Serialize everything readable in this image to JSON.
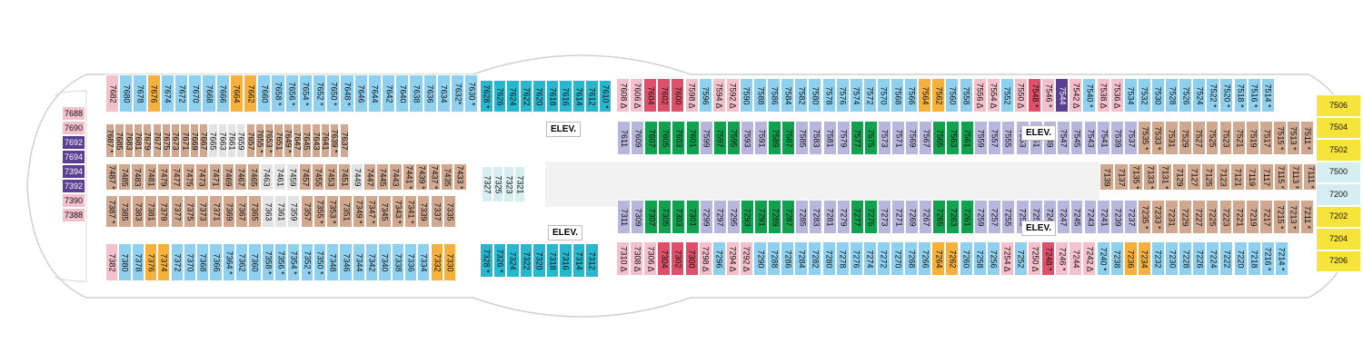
{
  "colors": {
    "blue": "#8fd0ee",
    "teal": "#27b7cf",
    "tan": "#cfa88f",
    "lav": "#b9b6dd",
    "green": "#12a14f",
    "red": "#e04f6a",
    "pink": "#f3c0cc",
    "purple": "#5b3f91",
    "orange": "#f5b13c",
    "yellow": "#f6e43a",
    "grey": "#e3e3e3",
    "ice": "#d6eef2"
  },
  "elevator_label": "ELEV.",
  "rows": [
    {
      "cells": [
        "7682",
        "7680",
        "7678",
        "7676",
        "7674",
        "7672",
        "7670",
        "7668",
        "7666",
        "7664",
        "7662",
        "7660",
        "7658 *",
        "7656 *",
        "7654 *",
        "7652 *",
        "7650 *",
        "7648 *",
        "7646",
        "7644",
        "7642",
        "7640",
        "7638",
        "7636",
        "7634",
        "7632*",
        "7630 *"
      ],
      "colors": [
        "pink",
        "blue",
        "blue",
        "orange",
        "blue",
        "blue",
        "blue",
        "blue",
        "blue",
        "orange",
        "orange",
        "blue",
        "blue",
        "blue",
        "blue",
        "blue",
        "blue",
        "blue",
        "blue",
        "blue",
        "blue",
        "blue",
        "blue",
        "blue",
        "blue",
        "blue",
        "blue"
      ]
    },
    {
      "cells": [
        "7628 *",
        "7626",
        "7624",
        "7622",
        "7620",
        "7618",
        "7616",
        "7614",
        "7612",
        "7610 *"
      ],
      "colors": [
        "teal",
        "teal",
        "teal",
        "teal",
        "teal",
        "teal",
        "teal",
        "teal",
        "teal",
        "teal"
      ]
    },
    {
      "cells": [
        "7608 Δ",
        "7606 Δ",
        "7604",
        "7602",
        "7600",
        "7598 Δ",
        "7596",
        "7594 Δ",
        "7592 Δ",
        "7590",
        "7588",
        "7586",
        "7584",
        "7582",
        "7580",
        "7578",
        "7576",
        "7574",
        "7572",
        "7570",
        "7568",
        "7566",
        "7564",
        "7562",
        "7560",
        "7558",
        "7556 Δ",
        "7554 Δ",
        "7552",
        "7550 Δ",
        "7548 *",
        "7546 *",
        "7544",
        "7542 Δ",
        "7540 *",
        "7538 Δ",
        "7536 Δ",
        "7534",
        "7532",
        "7530",
        "7528",
        "7526",
        "7524",
        "7522 *",
        "7520 *",
        "7518 *",
        "7516 *",
        "7514 *"
      ],
      "colors": [
        "pink",
        "pink",
        "red",
        "red",
        "red",
        "pink",
        "blue",
        "pink",
        "pink",
        "blue",
        "blue",
        "blue",
        "blue",
        "blue",
        "blue",
        "blue",
        "blue",
        "blue",
        "blue",
        "blue",
        "blue",
        "blue",
        "orange",
        "orange",
        "blue",
        "blue",
        "pink",
        "pink",
        "blue",
        "pink",
        "red",
        "pink",
        "purple",
        "pink",
        "blue",
        "pink",
        "pink",
        "blue",
        "blue",
        "blue",
        "blue",
        "blue",
        "blue",
        "blue",
        "blue",
        "blue",
        "blue",
        "blue"
      ]
    },
    {
      "cells": [
        "7688",
        "7690",
        "7692",
        "7694",
        "7394",
        "7392",
        "7390",
        "7388"
      ],
      "colors": [
        "pink",
        "pink",
        "purple",
        "purple",
        "purple",
        "purple",
        "pink",
        "pink"
      ]
    },
    {
      "cells": [
        "7687 *",
        "7685",
        "7683",
        "7681",
        "7679",
        "7677",
        "7675",
        "7673",
        "7671",
        "7669",
        "7667",
        "7665",
        "7663",
        "7661",
        "7659",
        "7657",
        "7655 *",
        "7653 *",
        "7651",
        "7649 *",
        "7647",
        "7645",
        "7643",
        "7641",
        "7639 *",
        "7637"
      ],
      "colors": [
        "tan",
        "tan",
        "tan",
        "tan",
        "tan",
        "tan",
        "tan",
        "tan",
        "tan",
        "tan",
        "tan",
        "grey",
        "grey",
        "grey",
        "grey",
        "tan",
        "tan",
        "tan",
        "tan",
        "tan",
        "tan",
        "tan",
        "tan",
        "tan",
        "tan",
        "tan"
      ]
    },
    {
      "cells": [
        "7611",
        "7609",
        "7607",
        "7605",
        "7603",
        "7601",
        "7599",
        "7597",
        "7595",
        "7593",
        "7591",
        "7589",
        "7587",
        "7585",
        "7583",
        "7581",
        "7579",
        "7577",
        "7575",
        "7573",
        "7571",
        "7569",
        "7567",
        "7565",
        "7563",
        "7561",
        "7559",
        "7557",
        "7555"
      ],
      "colors": [
        "lav",
        "lav",
        "green",
        "green",
        "green",
        "green",
        "lav",
        "green",
        "green",
        "lav",
        "lav",
        "green",
        "green",
        "lav",
        "lav",
        "lav",
        "lav",
        "green",
        "green",
        "lav",
        "lav",
        "lav",
        "lav",
        "green",
        "green",
        "green",
        "lav",
        "lav",
        "lav"
      ]
    },
    {
      "cells": [
        "7553",
        "7551",
        "7549",
        "7547",
        "7545",
        "7543",
        "7541",
        "7539",
        "7537",
        "7535 *",
        "7533 *",
        "7531",
        "7529",
        "7527",
        "7525",
        "7523",
        "7521",
        "7519",
        "7517",
        "7515 *",
        "7513 *",
        "7511 *"
      ],
      "colors": [
        "lav",
        "lav",
        "lav",
        "lav",
        "lav",
        "lav",
        "lav",
        "lav",
        "lav",
        "tan",
        "tan",
        "tan",
        "tan",
        "tan",
        "tan",
        "tan",
        "tan",
        "tan",
        "tan",
        "tan",
        "tan",
        "tan"
      ]
    },
    {
      "cells": [
        "7487 *",
        "7485",
        "7483",
        "7481",
        "7479",
        "7477",
        "7475",
        "7473",
        "7471",
        "7469",
        "7467",
        "7465",
        "7463",
        "7461",
        "7459",
        "7457",
        "7455",
        "7453",
        "7451",
        "7449",
        "7447",
        "7445",
        "7443",
        "7441 *",
        "7439 *",
        "7437 *",
        "7435",
        "7433 *"
      ],
      "colors": [
        "tan",
        "tan",
        "tan",
        "tan",
        "tan",
        "tan",
        "tan",
        "tan",
        "tan",
        "tan",
        "tan",
        "tan",
        "grey",
        "grey",
        "grey",
        "tan",
        "tan",
        "tan",
        "tan",
        "grey",
        "tan",
        "tan",
        "tan",
        "tan",
        "tan",
        "tan",
        "tan",
        "tan"
      ]
    },
    {
      "cells": [
        "7327",
        "7325",
        "7323",
        "7321"
      ],
      "colors": [
        "ice",
        "ice",
        "ice",
        "ice"
      ]
    },
    {
      "cells": [
        "7139",
        "7137",
        "7135 *",
        "7133 *",
        "7131 *",
        "7129",
        "7127",
        "7125",
        "7123",
        "7121",
        "7119",
        "7117",
        "7115 *",
        "7113 *",
        "7111 *"
      ],
      "colors": [
        "tan",
        "tan",
        "tan",
        "tan",
        "tan",
        "tan",
        "tan",
        "tan",
        "tan",
        "tan",
        "tan",
        "tan",
        "tan",
        "tan",
        "tan"
      ]
    },
    {
      "cells": [
        "7387 *",
        "7385",
        "7383",
        "7381",
        "7379",
        "7377",
        "7375",
        "7373",
        "7371",
        "7369",
        "7367",
        "7365",
        "7363",
        "7361",
        "7359",
        "7357",
        "7355 *",
        "7353 *",
        "7351",
        "7349 *",
        "7347 *",
        "7345",
        "7343 *",
        "7341 *",
        "7339",
        "7337",
        "7335"
      ],
      "colors": [
        "tan",
        "tan",
        "tan",
        "tan",
        "tan",
        "tan",
        "tan",
        "tan",
        "tan",
        "tan",
        "tan",
        "tan",
        "grey",
        "grey",
        "grey",
        "tan",
        "tan",
        "tan",
        "tan",
        "tan",
        "tan",
        "tan",
        "tan",
        "tan",
        "tan",
        "tan",
        "tan"
      ]
    },
    {
      "cells": [
        "7311",
        "7309",
        "7307",
        "7305",
        "7303",
        "7301",
        "7299",
        "7297",
        "7295",
        "7293",
        "7291",
        "7289",
        "7287",
        "7285",
        "7283",
        "7281",
        "7279",
        "7277",
        "7275",
        "7273",
        "7271",
        "7269",
        "7267",
        "7265",
        "7263",
        "7261",
        "7259",
        "7257",
        "7255"
      ],
      "colors": [
        "lav",
        "lav",
        "green",
        "green",
        "green",
        "green",
        "lav",
        "lav",
        "lav",
        "green",
        "green",
        "green",
        "green",
        "lav",
        "lav",
        "lav",
        "lav",
        "green",
        "green",
        "lav",
        "lav",
        "lav",
        "lav",
        "green",
        "green",
        "green",
        "lav",
        "lav",
        "lav"
      ]
    },
    {
      "cells": [
        "7253",
        "7251",
        "7249",
        "7247",
        "7245",
        "7243",
        "7241",
        "7239",
        "7237",
        "7235 *",
        "7233 *",
        "7231",
        "7229",
        "7227",
        "7225",
        "7223",
        "7221",
        "7219",
        "7217",
        "7215 *",
        "7213 *",
        "7211 *"
      ],
      "colors": [
        "lav",
        "lav",
        "lav",
        "lav",
        "lav",
        "lav",
        "lav",
        "lav",
        "lav",
        "tan",
        "tan",
        "tan",
        "tan",
        "tan",
        "tan",
        "tan",
        "tan",
        "tan",
        "tan",
        "tan",
        "tan",
        "tan"
      ]
    },
    {
      "cells": [
        "7382",
        "7380",
        "7378",
        "7376",
        "7374",
        "7372",
        "7370",
        "7368",
        "7366",
        "7364 *",
        "7362",
        "7360",
        "7358 *",
        "7356 *",
        "7354 *",
        "7352 *",
        "7350 *",
        "7348",
        "7346",
        "7344",
        "7342",
        "7340",
        "7338",
        "7336",
        "7334",
        "7332",
        "7330"
      ],
      "colors": [
        "pink",
        "blue",
        "blue",
        "orange",
        "orange",
        "blue",
        "blue",
        "blue",
        "blue",
        "blue",
        "blue",
        "blue",
        "blue",
        "blue",
        "blue",
        "blue",
        "blue",
        "blue",
        "blue",
        "blue",
        "blue",
        "blue",
        "blue",
        "blue",
        "blue",
        "orange",
        "orange"
      ]
    },
    {
      "cells": [
        "7328 *",
        "7326 *",
        "7324",
        "7322",
        "7320",
        "7318",
        "7316",
        "7314",
        "7312"
      ],
      "colors": [
        "teal",
        "teal",
        "teal",
        "teal",
        "teal",
        "teal",
        "teal",
        "teal",
        "teal"
      ]
    },
    {
      "cells": [
        "7310 Δ",
        "7308 Δ",
        "7306 Δ",
        "7304",
        "7302",
        "7300",
        "7298 Δ",
        "7296",
        "7294 Δ",
        "7292 Δ",
        "7290",
        "7288",
        "7286",
        "7284",
        "7282",
        "7280",
        "7278",
        "7276",
        "7274",
        "7272",
        "7270",
        "7268",
        "7266",
        "7264",
        "7262",
        "7260",
        "7258",
        "7256",
        "7254 Δ",
        "7252",
        "7250 Δ",
        "7248 *",
        "7246 *",
        "7244",
        "7242 Δ",
        "7240 *",
        "7238",
        "7236",
        "7234",
        "7232",
        "7230",
        "7228",
        "7226",
        "7224",
        "7222",
        "7220",
        "7218",
        "7216 *",
        "7214 *"
      ],
      "colors": [
        "pink",
        "pink",
        "pink",
        "red",
        "red",
        "red",
        "pink",
        "blue",
        "pink",
        "pink",
        "blue",
        "blue",
        "blue",
        "blue",
        "blue",
        "blue",
        "blue",
        "blue",
        "blue",
        "blue",
        "blue",
        "blue",
        "blue",
        "orange",
        "orange",
        "blue",
        "blue",
        "blue",
        "pink",
        "blue",
        "pink",
        "red",
        "pink",
        "pink",
        "pink",
        "blue",
        "blue",
        "orange",
        "orange",
        "blue",
        "blue",
        "blue",
        "blue",
        "blue",
        "blue",
        "blue",
        "blue",
        "blue",
        "blue"
      ]
    },
    {
      "cells": [
        "7506",
        "7504",
        "7502",
        "7500",
        "7200",
        "7202",
        "7204",
        "7206"
      ],
      "colors": [
        "yellow",
        "yellow",
        "yellow",
        "ice",
        "ice",
        "yellow",
        "yellow",
        "yellow"
      ]
    }
  ]
}
